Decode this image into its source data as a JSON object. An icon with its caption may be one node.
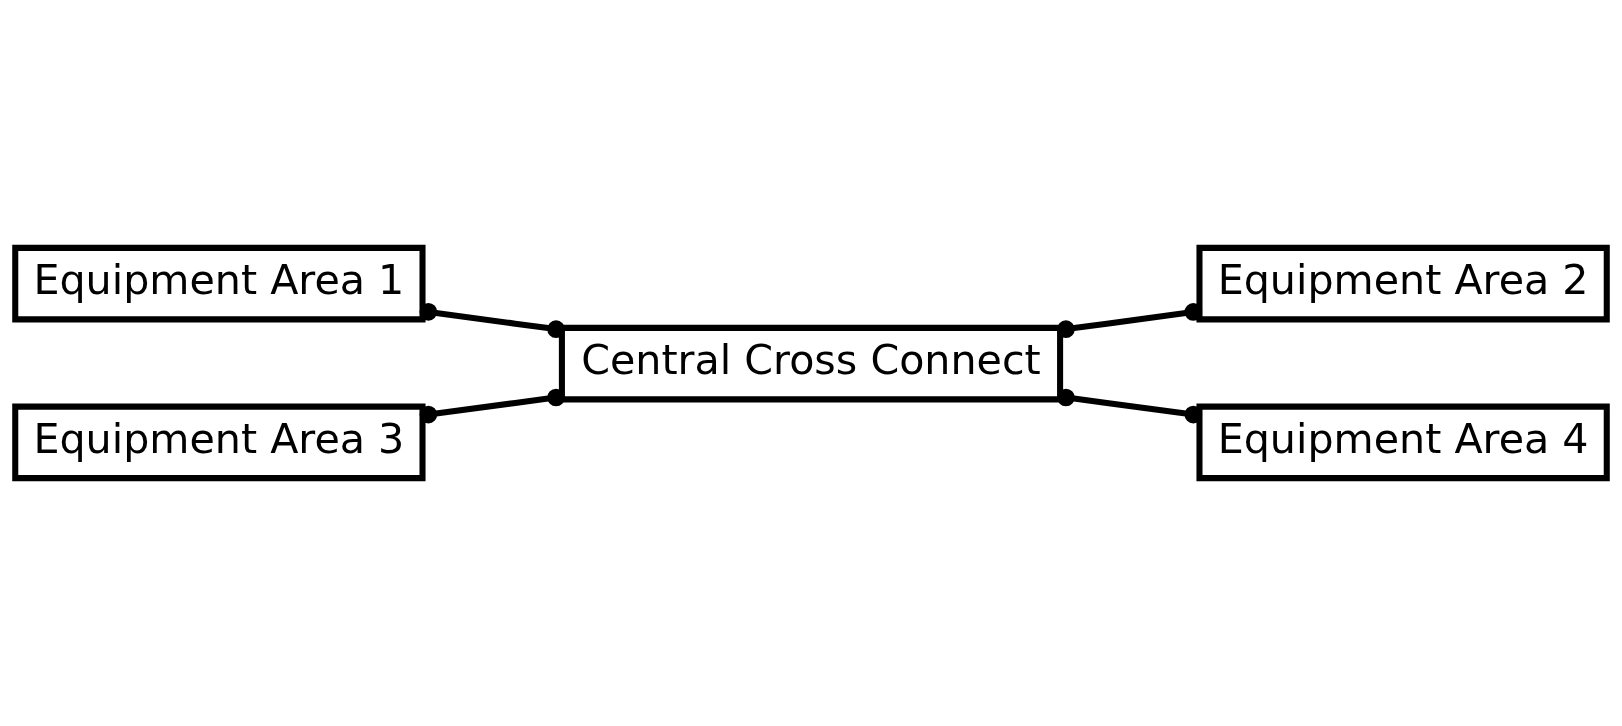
{
  "diagram": {
    "nodes": [
      {
        "text": [
          "Equipment Area 1"
        ]
      },
      {
        "text": [
          "Equipment Area 2"
        ]
      },
      {
        "text": [
          "Central Cross Connect"
        ]
      },
      {
        "text": [
          "Equipment Area 3"
        ]
      },
      {
        "text": [
          "Equipment Area 4"
        ]
      }
    ],
    "edges": [
      {
        "from": 0,
        "to": 2,
        "arrow": "other"
      },
      {
        "from": 1,
        "to": 2,
        "arrow": "other"
      },
      {
        "from": 3,
        "to": 2,
        "arrow": "other"
      },
      {
        "from": 4,
        "to": 2,
        "arrow": "other"
      }
    ]
  }
}
